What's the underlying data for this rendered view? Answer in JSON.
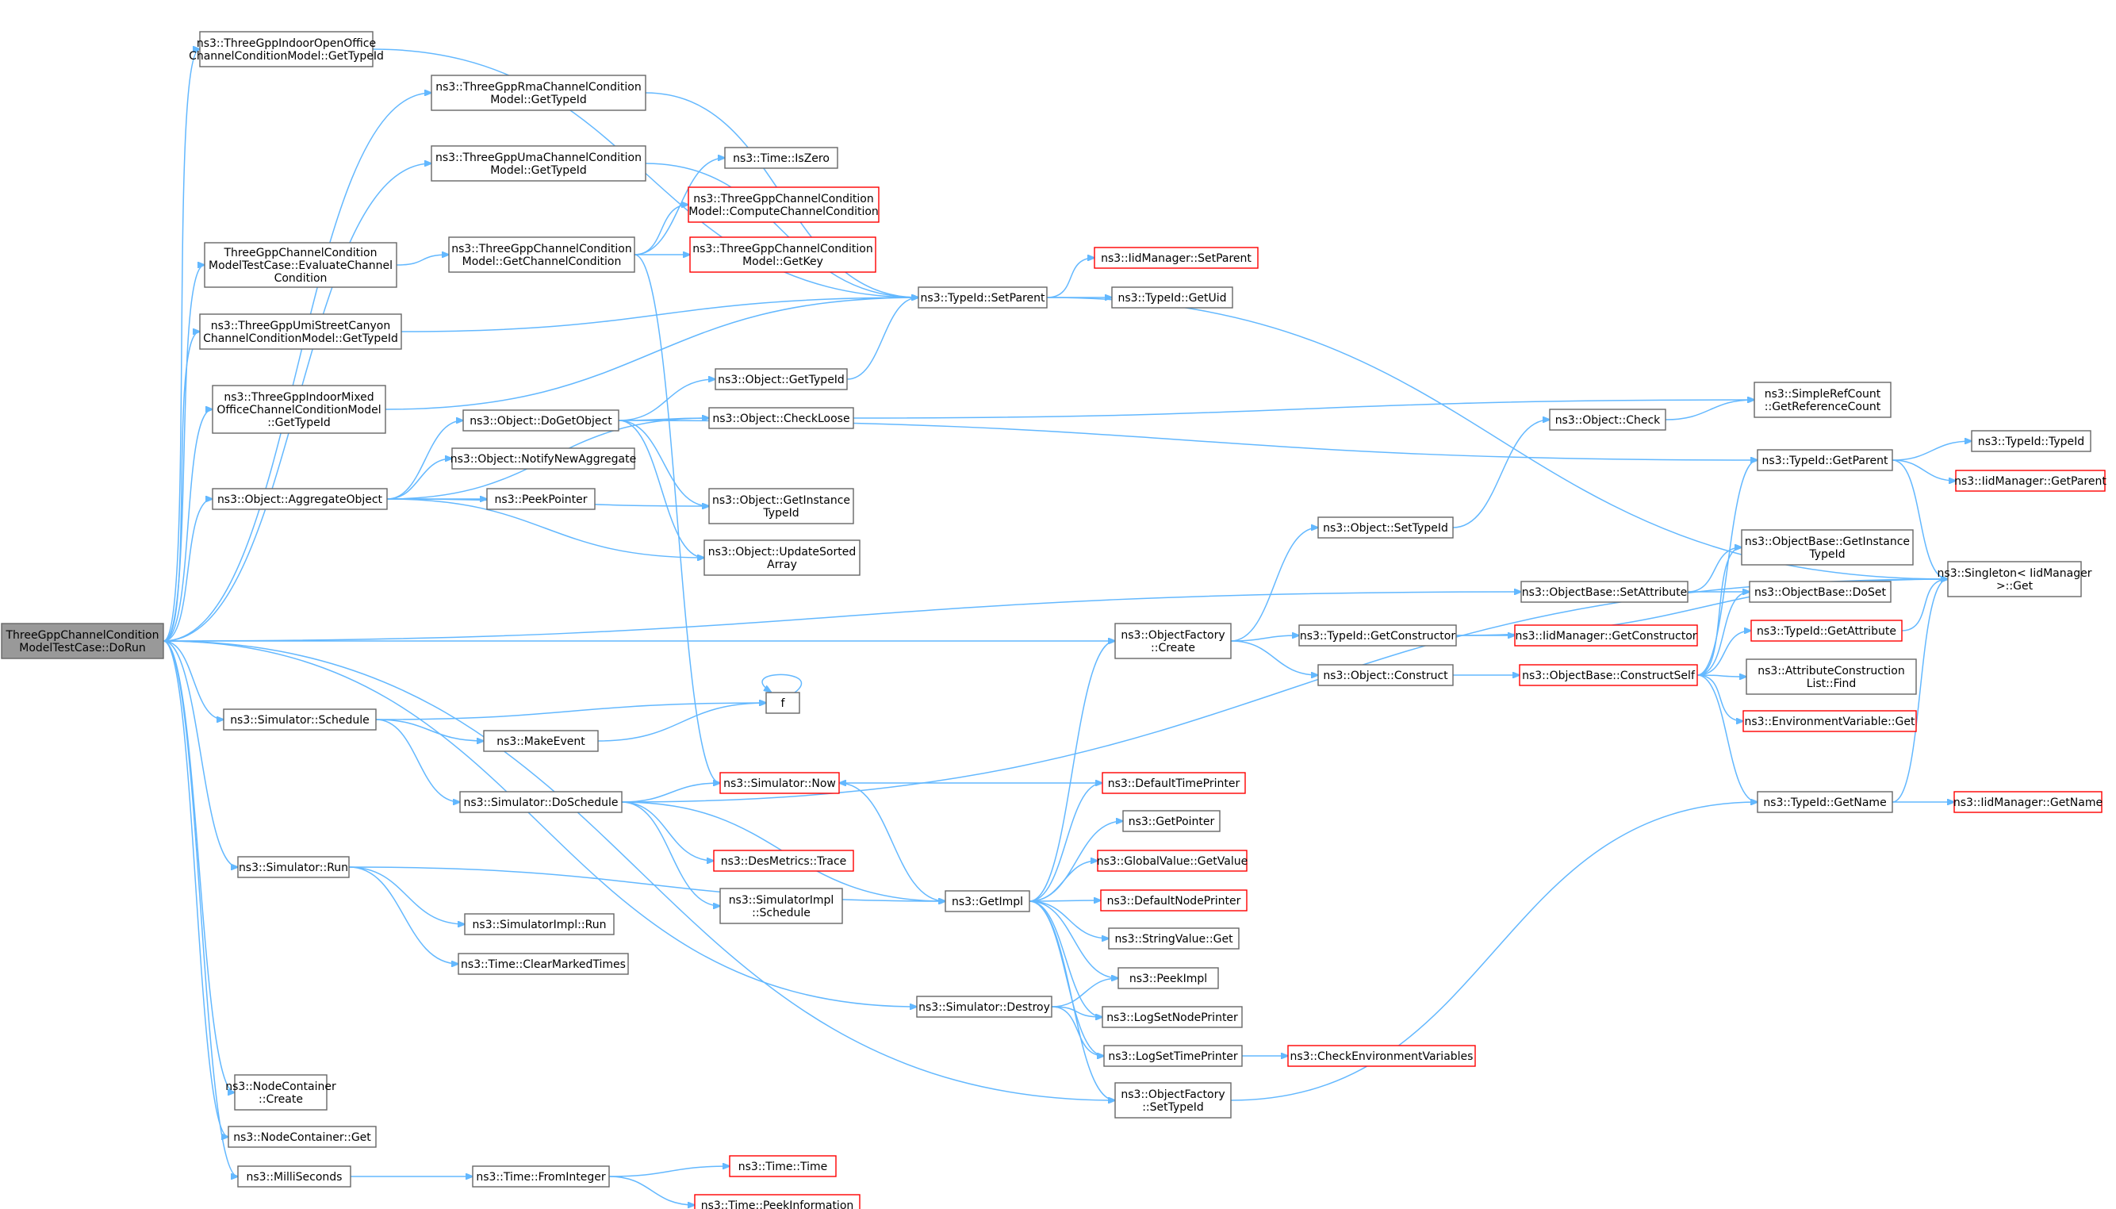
{
  "colors": {
    "edge": "#63b8ff",
    "node_border": "#666666",
    "red_border": "#ff0000",
    "root_fill": "#999999",
    "background": "#ffffff"
  },
  "nodes": [
    {
      "id": "dorun",
      "lines": [
        "ThreeGppChannelCondition",
        "ModelTestCase::DoRun"
      ],
      "style": "root"
    },
    {
      "id": "indoorOpen",
      "lines": [
        "ns3::ThreeGppIndoorOpenOffice",
        "ChannelConditionModel::GetTypeId"
      ],
      "style": "normal"
    },
    {
      "id": "rma",
      "lines": [
        "ns3::ThreeGppRmaChannelCondition",
        "Model::GetTypeId"
      ],
      "style": "normal"
    },
    {
      "id": "uma",
      "lines": [
        "ns3::ThreeGppUmaChannelCondition",
        "Model::GetTypeId"
      ],
      "style": "normal"
    },
    {
      "id": "evaluate",
      "lines": [
        "ThreeGppChannelCondition",
        "ModelTestCase::EvaluateChannel",
        "Condition"
      ],
      "style": "normal"
    },
    {
      "id": "umi",
      "lines": [
        "ns3::ThreeGppUmiStreetCanyon",
        "ChannelConditionModel::GetTypeId"
      ],
      "style": "normal"
    },
    {
      "id": "indoorMixed",
      "lines": [
        "ns3::ThreeGppIndoorMixed",
        "OfficeChannelConditionModel",
        "::GetTypeId"
      ],
      "style": "normal"
    },
    {
      "id": "aggregate",
      "lines": [
        "ns3::Object::AggregateObject"
      ],
      "style": "normal"
    },
    {
      "id": "schedule",
      "lines": [
        "ns3::Simulator::Schedule"
      ],
      "style": "normal"
    },
    {
      "id": "run",
      "lines": [
        "ns3::Simulator::Run"
      ],
      "style": "normal"
    },
    {
      "id": "ncCreate",
      "lines": [
        "ns3::NodeContainer",
        "::Create"
      ],
      "style": "normal"
    },
    {
      "id": "ncGet",
      "lines": [
        "ns3::NodeContainer::Get"
      ],
      "style": "normal"
    },
    {
      "id": "milli",
      "lines": [
        "ns3::MilliSeconds"
      ],
      "style": "normal"
    },
    {
      "id": "getChannelCond",
      "lines": [
        "ns3::ThreeGppChannelCondition",
        "Model::GetChannelCondition"
      ],
      "style": "normal"
    },
    {
      "id": "doGetObject",
      "lines": [
        "ns3::Object::DoGetObject"
      ],
      "style": "normal"
    },
    {
      "id": "notifyNewAgg",
      "lines": [
        "ns3::Object::NotifyNewAggregate"
      ],
      "style": "normal"
    },
    {
      "id": "peekPointer",
      "lines": [
        "ns3::PeekPointer"
      ],
      "style": "normal"
    },
    {
      "id": "makeEvent",
      "lines": [
        "ns3::MakeEvent"
      ],
      "style": "normal"
    },
    {
      "id": "doSchedule",
      "lines": [
        "ns3::Simulator::DoSchedule"
      ],
      "style": "normal"
    },
    {
      "id": "simImplRun",
      "lines": [
        "ns3::SimulatorImpl::Run"
      ],
      "style": "normal"
    },
    {
      "id": "clearMarked",
      "lines": [
        "ns3::Time::ClearMarkedTimes"
      ],
      "style": "normal"
    },
    {
      "id": "fromInteger",
      "lines": [
        "ns3::Time::FromInteger"
      ],
      "style": "normal"
    },
    {
      "id": "isZero",
      "lines": [
        "ns3::Time::IsZero"
      ],
      "style": "normal"
    },
    {
      "id": "computeCC",
      "lines": [
        "ns3::ThreeGppChannelCondition",
        "Model::ComputeChannelCondition"
      ],
      "style": "red"
    },
    {
      "id": "getKey",
      "lines": [
        "ns3::ThreeGppChannelCondition",
        "Model::GetKey"
      ],
      "style": "red"
    },
    {
      "id": "objGetTypeId",
      "lines": [
        "ns3::Object::GetTypeId"
      ],
      "style": "normal"
    },
    {
      "id": "checkLoose",
      "lines": [
        "ns3::Object::CheckLoose"
      ],
      "style": "normal"
    },
    {
      "id": "getInstanceTypeId",
      "lines": [
        "ns3::Object::GetInstance",
        "TypeId"
      ],
      "style": "normal"
    },
    {
      "id": "updateSorted",
      "lines": [
        "ns3::Object::UpdateSorted",
        "Array"
      ],
      "style": "normal"
    },
    {
      "id": "f",
      "lines": [
        "f"
      ],
      "style": "normal"
    },
    {
      "id": "simNow",
      "lines": [
        "ns3::Simulator::Now"
      ],
      "style": "red"
    },
    {
      "id": "desTrace",
      "lines": [
        "ns3::DesMetrics::Trace"
      ],
      "style": "red"
    },
    {
      "id": "simImplSchedule",
      "lines": [
        "ns3::SimulatorImpl",
        "::Schedule"
      ],
      "style": "normal"
    },
    {
      "id": "timeTime",
      "lines": [
        "ns3::Time::Time"
      ],
      "style": "red"
    },
    {
      "id": "peekInfo",
      "lines": [
        "ns3::Time::PeekInformation"
      ],
      "style": "red"
    },
    {
      "id": "setParent",
      "lines": [
        "ns3::TypeId::SetParent"
      ],
      "style": "normal"
    },
    {
      "id": "simDestroy",
      "lines": [
        "ns3::Simulator::Destroy"
      ],
      "style": "normal"
    },
    {
      "id": "getImpl",
      "lines": [
        "ns3::GetImpl"
      ],
      "style": "normal"
    },
    {
      "id": "ofCreate",
      "lines": [
        "ns3::ObjectFactory",
        "::Create"
      ],
      "style": "normal"
    },
    {
      "id": "iidSetParent",
      "lines": [
        "ns3::IidManager::SetParent"
      ],
      "style": "red"
    },
    {
      "id": "getUid",
      "lines": [
        "ns3::TypeId::GetUid"
      ],
      "style": "normal"
    },
    {
      "id": "defTimePrinter",
      "lines": [
        "ns3::DefaultTimePrinter"
      ],
      "style": "red"
    },
    {
      "id": "getPointer",
      "lines": [
        "ns3::GetPointer"
      ],
      "style": "normal"
    },
    {
      "id": "globalGetValue",
      "lines": [
        "ns3::GlobalValue::GetValue"
      ],
      "style": "red"
    },
    {
      "id": "defNodePrinter",
      "lines": [
        "ns3::DefaultNodePrinter"
      ],
      "style": "red"
    },
    {
      "id": "strValGet",
      "lines": [
        "ns3::StringValue::Get"
      ],
      "style": "normal"
    },
    {
      "id": "peekImpl",
      "lines": [
        "ns3::PeekImpl"
      ],
      "style": "normal"
    },
    {
      "id": "logSetNode",
      "lines": [
        "ns3::LogSetNodePrinter"
      ],
      "style": "normal"
    },
    {
      "id": "logSetTime",
      "lines": [
        "ns3::LogSetTimePrinter"
      ],
      "style": "normal"
    },
    {
      "id": "ofSetTypeId",
      "lines": [
        "ns3::ObjectFactory",
        "::SetTypeId"
      ],
      "style": "normal"
    },
    {
      "id": "objSetTypeId",
      "lines": [
        "ns3::Object::SetTypeId"
      ],
      "style": "normal"
    },
    {
      "id": "getConstructor",
      "lines": [
        "ns3::TypeId::GetConstructor"
      ],
      "style": "normal"
    },
    {
      "id": "objConstruct",
      "lines": [
        "ns3::Object::Construct"
      ],
      "style": "normal"
    },
    {
      "id": "checkEnv",
      "lines": [
        "ns3::CheckEnvironmentVariables"
      ],
      "style": "red"
    },
    {
      "id": "objCheck",
      "lines": [
        "ns3::Object::Check"
      ],
      "style": "normal"
    },
    {
      "id": "obSetAttr",
      "lines": [
        "ns3::ObjectBase::SetAttribute"
      ],
      "style": "normal"
    },
    {
      "id": "iidGetConstructor",
      "lines": [
        "ns3::IidManager::GetConstructor"
      ],
      "style": "red"
    },
    {
      "id": "constructSelf",
      "lines": [
        "ns3::ObjectBase::ConstructSelf"
      ],
      "style": "red"
    },
    {
      "id": "simpleRefCount",
      "lines": [
        "ns3::SimpleRefCount",
        "::GetReferenceCount"
      ],
      "style": "normal"
    },
    {
      "id": "tidGetParent",
      "lines": [
        "ns3::TypeId::GetParent"
      ],
      "style": "normal"
    },
    {
      "id": "obGetInstance",
      "lines": [
        "ns3::ObjectBase::GetInstance",
        "TypeId"
      ],
      "style": "normal"
    },
    {
      "id": "obDoSet",
      "lines": [
        "ns3::ObjectBase::DoSet"
      ],
      "style": "normal"
    },
    {
      "id": "tidGetAttr",
      "lines": [
        "ns3::TypeId::GetAttribute"
      ],
      "style": "red"
    },
    {
      "id": "attrConstruction",
      "lines": [
        "ns3::AttributeConstruction",
        "List::Find"
      ],
      "style": "normal"
    },
    {
      "id": "envVarGet",
      "lines": [
        "ns3::EnvironmentVariable::Get"
      ],
      "style": "red"
    },
    {
      "id": "tidGetName",
      "lines": [
        "ns3::TypeId::GetName"
      ],
      "style": "normal"
    },
    {
      "id": "tidTypeId",
      "lines": [
        "ns3::TypeId::TypeId"
      ],
      "style": "normal"
    },
    {
      "id": "iidGetParent",
      "lines": [
        "ns3::IidManager::GetParent"
      ],
      "style": "red"
    },
    {
      "id": "singletonGet",
      "lines": [
        "ns3::Singleton< IidManager",
        " >::Get"
      ],
      "style": "normal"
    },
    {
      "id": "iidGetName",
      "lines": [
        "ns3::IidManager::GetName"
      ],
      "style": "red"
    }
  ],
  "edges": [
    [
      "dorun",
      "indoorOpen"
    ],
    [
      "dorun",
      "rma"
    ],
    [
      "dorun",
      "uma"
    ],
    [
      "dorun",
      "evaluate"
    ],
    [
      "dorun",
      "umi"
    ],
    [
      "dorun",
      "indoorMixed"
    ],
    [
      "dorun",
      "aggregate"
    ],
    [
      "dorun",
      "obSetAttr"
    ],
    [
      "dorun",
      "ofCreate"
    ],
    [
      "dorun",
      "schedule"
    ],
    [
      "dorun",
      "run"
    ],
    [
      "dorun",
      "simDestroy"
    ],
    [
      "dorun",
      "ofSetTypeId"
    ],
    [
      "dorun",
      "ncCreate"
    ],
    [
      "dorun",
      "ncGet"
    ],
    [
      "dorun",
      "milli"
    ],
    [
      "indoorOpen",
      "setParent"
    ],
    [
      "rma",
      "setParent"
    ],
    [
      "uma",
      "setParent"
    ],
    [
      "umi",
      "setParent"
    ],
    [
      "indoorMixed",
      "setParent"
    ],
    [
      "evaluate",
      "getChannelCond"
    ],
    [
      "getChannelCond",
      "isZero"
    ],
    [
      "getChannelCond",
      "computeCC"
    ],
    [
      "getChannelCond",
      "getKey"
    ],
    [
      "getChannelCond",
      "simNow"
    ],
    [
      "aggregate",
      "checkLoose"
    ],
    [
      "aggregate",
      "doGetObject"
    ],
    [
      "aggregate",
      "notifyNewAgg"
    ],
    [
      "aggregate",
      "peekPointer"
    ],
    [
      "aggregate",
      "getInstanceTypeId"
    ],
    [
      "aggregate",
      "updateSorted"
    ],
    [
      "doGetObject",
      "objGetTypeId"
    ],
    [
      "doGetObject",
      "checkLoose"
    ],
    [
      "doGetObject",
      "getInstanceTypeId"
    ],
    [
      "doGetObject",
      "updateSorted"
    ],
    [
      "doGetObject",
      "tidGetParent"
    ],
    [
      "objGetTypeId",
      "setParent"
    ],
    [
      "checkLoose",
      "simpleRefCount"
    ],
    [
      "schedule",
      "f"
    ],
    [
      "schedule",
      "makeEvent"
    ],
    [
      "schedule",
      "doSchedule"
    ],
    [
      "makeEvent",
      "f"
    ],
    [
      "f",
      "f"
    ],
    [
      "doSchedule",
      "simNow"
    ],
    [
      "doSchedule",
      "getImpl"
    ],
    [
      "doSchedule",
      "desTrace"
    ],
    [
      "doSchedule",
      "simImplSchedule"
    ],
    [
      "doSchedule",
      "singletonGet"
    ],
    [
      "simNow",
      "getImpl"
    ],
    [
      "run",
      "getImpl"
    ],
    [
      "run",
      "simImplRun"
    ],
    [
      "run",
      "clearMarked"
    ],
    [
      "milli",
      "fromInteger"
    ],
    [
      "fromInteger",
      "timeTime"
    ],
    [
      "fromInteger",
      "peekInfo"
    ],
    [
      "setParent",
      "iidSetParent"
    ],
    [
      "setParent",
      "getUid"
    ],
    [
      "setParent",
      "singletonGet"
    ],
    [
      "simDestroy",
      "peekImpl"
    ],
    [
      "simDestroy",
      "logSetNode"
    ],
    [
      "simDestroy",
      "logSetTime"
    ],
    [
      "getImpl",
      "ofCreate"
    ],
    [
      "getImpl",
      "defTimePrinter"
    ],
    [
      "getImpl",
      "getPointer"
    ],
    [
      "getImpl",
      "globalGetValue"
    ],
    [
      "getImpl",
      "defNodePrinter"
    ],
    [
      "getImpl",
      "strValGet"
    ],
    [
      "getImpl",
      "peekImpl"
    ],
    [
      "getImpl",
      "logSetNode"
    ],
    [
      "getImpl",
      "logSetTime"
    ],
    [
      "getImpl",
      "ofSetTypeId"
    ],
    [
      "defTimePrinter",
      "simNow"
    ],
    [
      "logSetTime",
      "checkEnv"
    ],
    [
      "ofCreate",
      "objSetTypeId"
    ],
    [
      "ofCreate",
      "getConstructor"
    ],
    [
      "ofCreate",
      "objConstruct"
    ],
    [
      "objSetTypeId",
      "objCheck"
    ],
    [
      "objCheck",
      "simpleRefCount"
    ],
    [
      "getConstructor",
      "iidGetConstructor"
    ],
    [
      "getConstructor",
      "singletonGet"
    ],
    [
      "objConstruct",
      "constructSelf"
    ],
    [
      "obSetAttr",
      "obGetInstance"
    ],
    [
      "obSetAttr",
      "obDoSet"
    ],
    [
      "constructSelf",
      "tidGetParent"
    ],
    [
      "constructSelf",
      "obGetInstance"
    ],
    [
      "constructSelf",
      "obDoSet"
    ],
    [
      "constructSelf",
      "tidGetAttr"
    ],
    [
      "constructSelf",
      "attrConstruction"
    ],
    [
      "constructSelf",
      "envVarGet"
    ],
    [
      "constructSelf",
      "tidGetName"
    ],
    [
      "ofSetTypeId",
      "tidGetName"
    ],
    [
      "tidGetParent",
      "tidTypeId"
    ],
    [
      "tidGetParent",
      "iidGetParent"
    ],
    [
      "tidGetParent",
      "singletonGet"
    ],
    [
      "tidGetAttr",
      "singletonGet"
    ],
    [
      "tidGetName",
      "singletonGet"
    ],
    [
      "tidGetName",
      "iidGetName"
    ]
  ]
}
